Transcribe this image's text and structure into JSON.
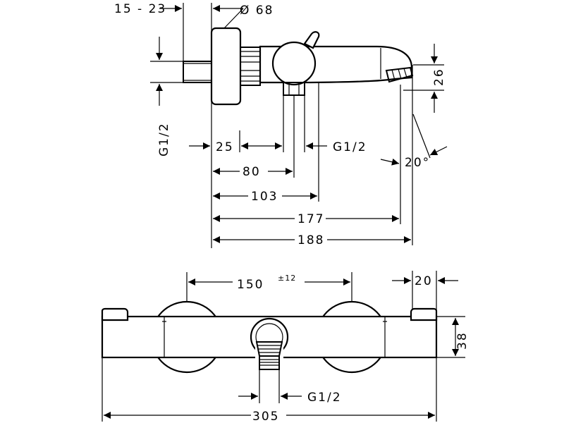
{
  "side_view": {
    "dims": {
      "inlet_depth": "15 - 23",
      "rosette_diameter": "Ø 68",
      "thread_left": "G1/2",
      "d25": "25",
      "thread_mid": "G1/2",
      "spout_26": "26",
      "angle": "20°",
      "d80": "80",
      "d103": "103",
      "d177": "177",
      "d188": "188"
    }
  },
  "top_view": {
    "dims": {
      "center_distance": "150",
      "center_tolerance": "±12",
      "end_cap": "20",
      "height_38": "38",
      "outlet_thread": "G1/2",
      "overall_length": "305"
    }
  }
}
